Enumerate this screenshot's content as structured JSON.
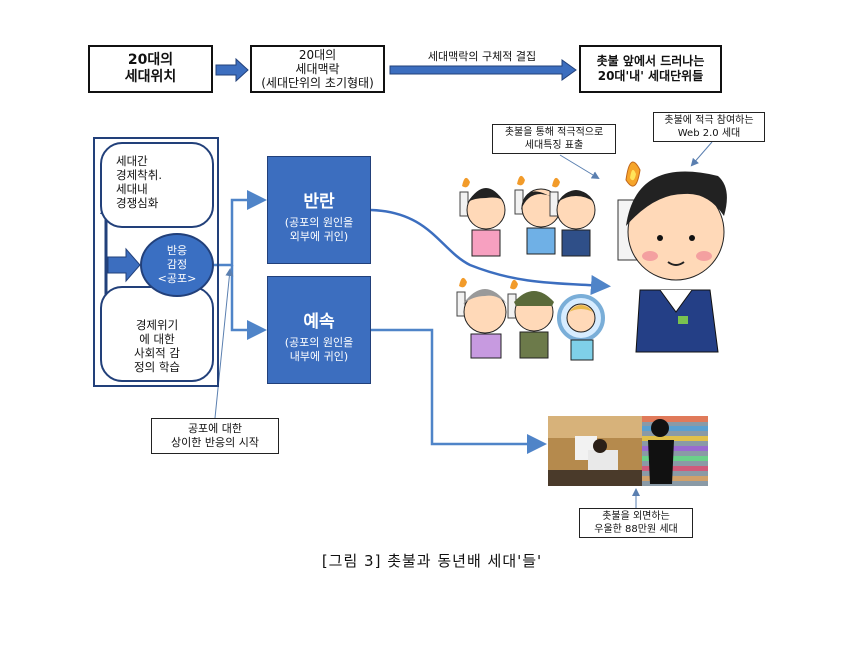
{
  "top_flow": {
    "box1": {
      "line1": "20대의",
      "line2": "세대위치"
    },
    "box2": {
      "line1": "20대의",
      "line2": "세대맥락",
      "line3": "(세대단위의 초기형태)"
    },
    "arrow_label": "세대맥락의 구체적 결집",
    "box4": {
      "line1": "촛불 앞에서 드러나는",
      "line2": "20대'내' 세대단위들"
    }
  },
  "left_panel": {
    "upper": {
      "line1": "세대간",
      "line2": "경제착취.",
      "line3": "세대내",
      "line4": "경쟁심화"
    },
    "lower": {
      "line1": "경제위기",
      "line2": "에 대한",
      "line3": "사회적 감",
      "line4": "정의 학습"
    },
    "oval": {
      "line1": "반응",
      "line2": "감정",
      "line3": "<공포>"
    }
  },
  "responses": {
    "rebel": {
      "title": "반란",
      "sub1": "(공포의 원인을",
      "sub2": "외부에 귀인)"
    },
    "submit": {
      "title": "예속",
      "sub1": "(공포의 원인을",
      "sub2": "내부에 귀인)"
    }
  },
  "callouts": {
    "candle_feature": {
      "line1": "촛불을 통해 적극적으로",
      "line2": "세대특징 표출"
    },
    "web20": {
      "line1": "촛불에 적극 참여하는",
      "line2": "Web 2.0 세대"
    },
    "fear_start": {
      "line1": "공포에 대한",
      "line2": "상이한 반응의 시작"
    },
    "gloomy": {
      "line1": "촛불을 외면하는",
      "line2": "우울한 88만원 세대"
    }
  },
  "caption": "[그림 3] 촛불과 동년배 세대'들'",
  "colors": {
    "blue": "#3c6ebf",
    "navy": "#22407a",
    "arrow": "#4f84c8"
  }
}
